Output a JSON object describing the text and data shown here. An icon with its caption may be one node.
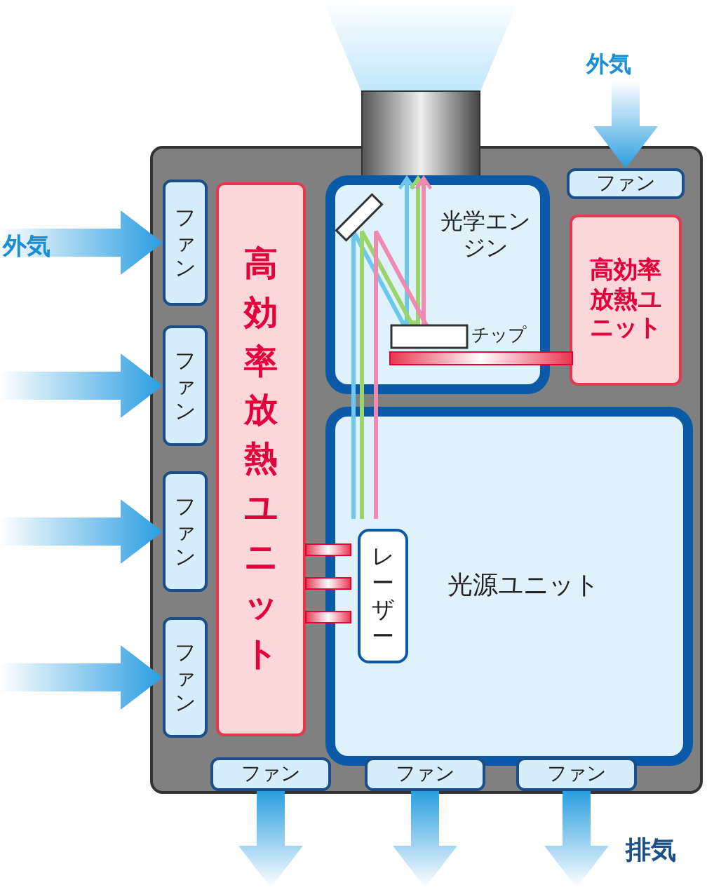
{
  "diagram": {
    "nodes": [
      {
        "text": [
          "高効率放熱ユニット"
        ]
      },
      {
        "text": [
          "高効率放熱ユニット"
        ]
      },
      {
        "text": [
          "光学エンジン"
        ]
      },
      {
        "text": [
          "光源ユニット"
        ]
      },
      {
        "text": [
          "レーザー"
        ],
        "in": 3
      },
      {
        "text": [
          "ファン"
        ]
      },
      {
        "text": [
          "ファン"
        ]
      },
      {
        "text": [
          "ファン"
        ]
      },
      {
        "text": [
          "ファン"
        ]
      },
      {
        "text": [
          "ファン"
        ]
      },
      {
        "text": [
          "ファン"
        ]
      },
      {
        "text": [
          "ファン"
        ]
      },
      {
        "text": [
          "ファン"
        ]
      }
    ],
    "edges": [
      {
        "from": null,
        "to": 5,
        "arrow": "to"
      },
      {
        "from": null,
        "to": 6,
        "arrow": "to"
      },
      {
        "from": null,
        "to": 7,
        "arrow": "to"
      },
      {
        "from": null,
        "to": 8,
        "arrow": "to"
      },
      {
        "from": null,
        "to": 9,
        "arrow": "to"
      },
      {
        "from": 10,
        "to": null,
        "arrow": "to"
      },
      {
        "from": 11,
        "to": null,
        "arrow": "to"
      },
      {
        "from": 12,
        "to": null,
        "arrow": "to"
      },
      {
        "from": 4,
        "to": 2,
        "arrow": "to",
        "color": "#6cc7f0"
      },
      {
        "from": 4,
        "to": 2,
        "arrow": "to",
        "color": "#9ad46a"
      },
      {
        "from": 4,
        "to": 2,
        "arrow": "to",
        "color": "#f08ab0"
      }
    ],
    "labels": [
      "外気",
      "外気",
      "チップ",
      "排気"
    ]
  }
}
